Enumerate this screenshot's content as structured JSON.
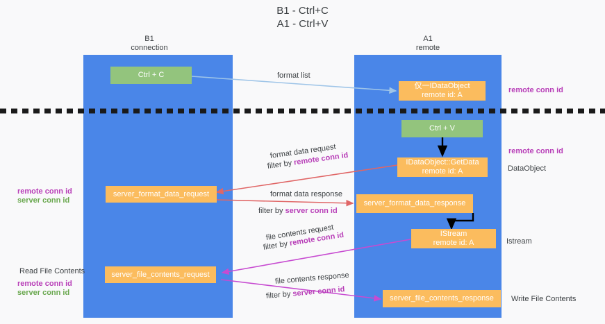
{
  "title": "B1 - Ctrl+C\nA1 - Ctrl+V",
  "columns": [
    {
      "name": "b1",
      "header": "B1\nconnection"
    },
    {
      "name": "a1",
      "header": "A1\nremote"
    }
  ],
  "boxes": {
    "ctrl_c": "Ctrl + C",
    "ctrl_v": "Ctrl + V",
    "idataobject_top": "仅⼀IDataObject\nremote id: A",
    "idataobject_getdata": "IDataObject::GetData\nremote id: A",
    "istream": "IStream\nremote id: A",
    "server_format_data_request": "server_format_data_request",
    "server_format_data_response": "server_format_data_response",
    "server_file_contents_request": "server_file_contents_request",
    "server_file_contents_response": "server_file_contents_response"
  },
  "arrow_labels": {
    "format_list": "format list",
    "format_data_request": "format data request",
    "format_data_request_filter_prefix": "filter by ",
    "format_data_request_filter_key": "remote conn id",
    "format_data_response": "format data response",
    "format_data_response_filter_prefix": "filter by ",
    "format_data_response_filter_key": "server conn id",
    "file_contents_request": "file contents request",
    "file_contents_request_filter_prefix": "filter by ",
    "file_contents_request_filter_key": "remote conn id",
    "file_contents_response": "file contents response",
    "file_contents_response_filter_prefix": "filter by ",
    "file_contents_response_filter_key": "server conn id"
  },
  "side_labels": {
    "right_remote_conn_id_top": "remote conn id",
    "right_remote_conn_id_mid": "remote conn id",
    "right_dataobject": "DataObject",
    "right_istream": "Istream",
    "right_write_file_contents": "Write File Contents",
    "left_remote_conn_id_mid": "remote conn id",
    "left_server_conn_id_mid": "server conn id",
    "left_read_file_contents": "Read File Contents",
    "left_remote_conn_id_bottom": "remote conn id",
    "left_server_conn_id_bottom": "server conn id"
  },
  "colors": {
    "column_blue": "#4a86e8",
    "green_box": "#93c47d",
    "orange_box": "#fbbc5e",
    "arrow_light_blue": "#9fc5e8",
    "arrow_black": "#000000",
    "arrow_red": "#e06666",
    "arrow_magenta": "#c74bd1",
    "purple_text": "#b83fb8",
    "green_text": "#6aa84f",
    "divider": "#1a1a1a",
    "background": "#f9f9fa"
  }
}
